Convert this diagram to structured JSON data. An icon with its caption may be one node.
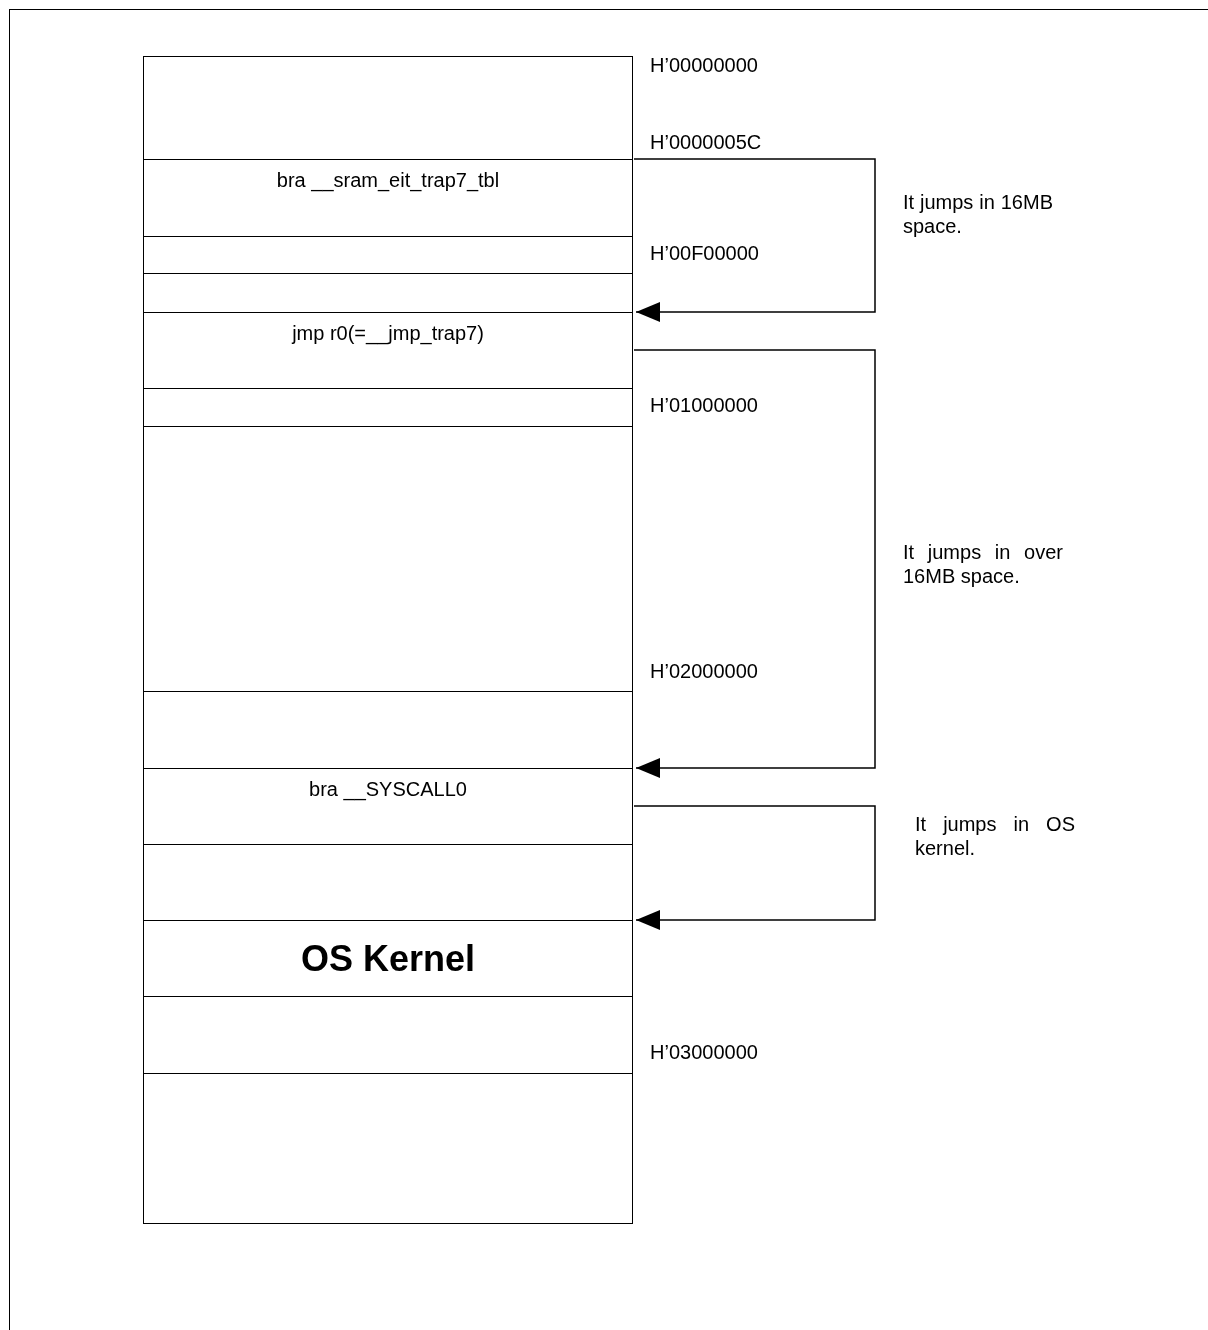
{
  "diagram": {
    "nodes": [
      {
        "text": [],
        "shape": "box"
      },
      {
        "text": [
          "bra __sram_eit_trap7_tbl"
        ]
      },
      {
        "text": [],
        "shape": "box"
      },
      {
        "text": [],
        "shape": "box"
      },
      {
        "text": [
          "jmp r0(=__jmp_trap7)"
        ]
      },
      {
        "text": [],
        "shape": "box"
      },
      {
        "text": [],
        "shape": "box"
      },
      {
        "text": [],
        "shape": "box"
      },
      {
        "text": [
          "bra __SYSCALL0"
        ]
      },
      {
        "text": [],
        "shape": "box"
      },
      {
        "text": [
          "OS Kernel"
        ]
      },
      {
        "text": [],
        "shape": "box"
      },
      {
        "text": [],
        "shape": "box"
      }
    ],
    "edges": [
      {
        "from": 1,
        "to": 4,
        "arrow": "to",
        "label": "It jumps in 16MB space."
      },
      {
        "from": 4,
        "to": 8,
        "arrow": "to",
        "label": "It jumps in over 16MB space."
      },
      {
        "from": 8,
        "to": 10,
        "arrow": "to",
        "label": "It jumps in OS kernel."
      }
    ],
    "labels": [
      "H’00000000",
      "H’0000005C",
      "H’00F00000",
      "H’01000000",
      "H’02000000",
      "H’03000000"
    ]
  }
}
